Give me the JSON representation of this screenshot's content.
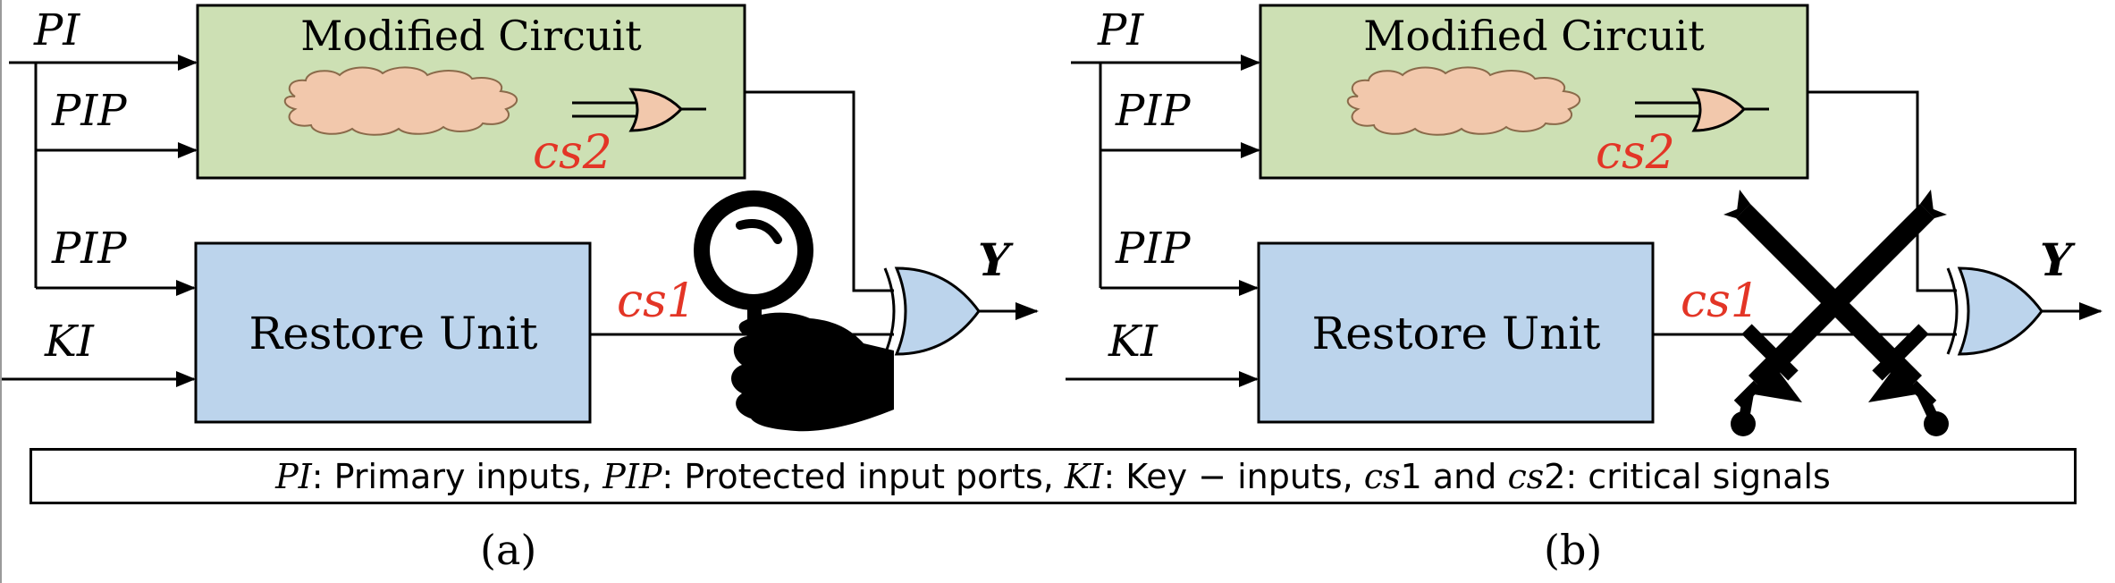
{
  "colors": {
    "modified_fill": "#cde0b4",
    "restore_fill": "#bcd4ec",
    "cloud_fill": "#f2c8ac",
    "xor_fill": "#bcd4ec",
    "critical_red": "#e33526",
    "line": "#000000"
  },
  "panels": [
    {
      "id": "a",
      "modified_circuit_label": "Modified Circuit",
      "restore_unit_label": "Restore Unit",
      "cs2_label": "cs2",
      "cs1_label": "cs1",
      "input_labels": {
        "pi": "PI",
        "pip_top": "PIP",
        "pip_bottom": "PIP",
        "ki": "KI"
      },
      "output_label": "Y",
      "icon": "magnifier-hand-icon",
      "sublabel": "(a)"
    },
    {
      "id": "b",
      "modified_circuit_label": "Modified Circuit",
      "restore_unit_label": "Restore Unit",
      "cs2_label": "cs2",
      "cs1_label": "cs1",
      "input_labels": {
        "pi": "PI",
        "pip_top": "PIP",
        "pip_bottom": "PIP",
        "ki": "KI"
      },
      "output_label": "Y",
      "icon": "crossed-swords-icon",
      "sublabel": "(b)"
    }
  ],
  "legend": {
    "pi": "PI",
    "pi_desc": ": Primary inputs, ",
    "pip": "PIP",
    "pip_desc": ": Protected input ports, ",
    "ki": "KI",
    "ki_desc": ": Key − inputs, ",
    "cs1": "cs",
    "cs1_num": "1",
    "and": " and ",
    "cs2": "cs",
    "cs2_num": "2",
    "cs_desc": ": critical signals"
  }
}
